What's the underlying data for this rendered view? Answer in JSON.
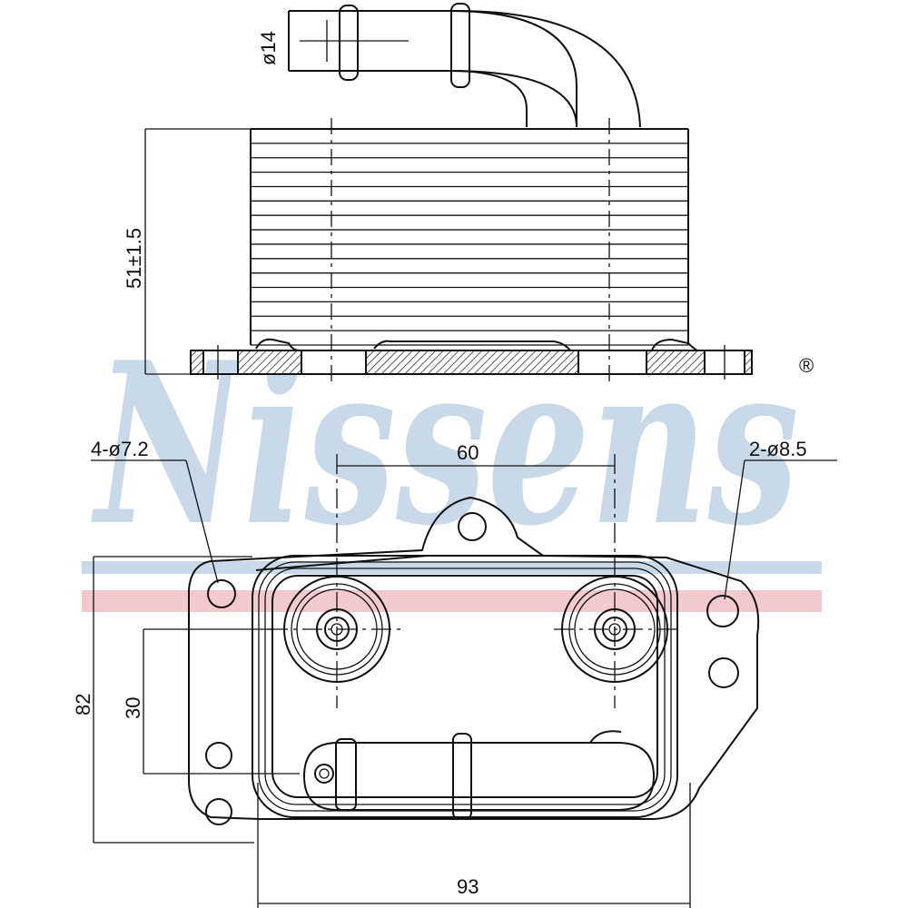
{
  "watermark": {
    "brand": "Nissens",
    "registered_mark": "®",
    "color_blue": "#c9d9e8",
    "color_red": "#f2c9cf"
  },
  "dimensions": {
    "pipe_diameter": "ø14",
    "height": "51±1.5",
    "hole_small": "4-ø7.2",
    "hole_large": "2-ø8.5",
    "port_spacing": "60",
    "port_offset": "30",
    "body_height": "82",
    "body_width": "93"
  },
  "colors": {
    "line": "#111111",
    "background": "#ffffff"
  }
}
